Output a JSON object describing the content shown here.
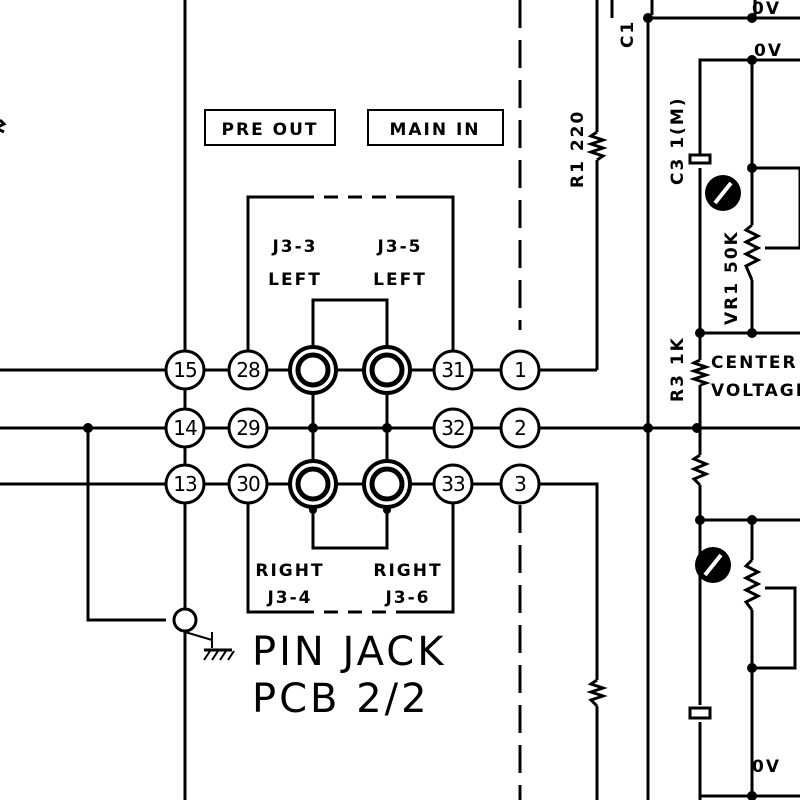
{
  "labels": {
    "pre_out": "PRE OUT",
    "main_in": "MAIN IN",
    "j3_3": "J3-3",
    "j3_3_side": "LEFT",
    "j3_5": "J3-5",
    "j3_5_side": "LEFT",
    "j3_4_side": "RIGHT",
    "j3_4": "J3-4",
    "j3_6_side": "RIGHT",
    "j3_6": "J3-6",
    "pcb_line1": "PIN JACK",
    "pcb_line2": "PCB 2/2",
    "r1": "R1 220",
    "c1": "C1",
    "c3": "C3 1(M)",
    "vr1": "VR1 50K",
    "r3": "R3 1K",
    "center": "CENTER",
    "voltage": "VOLTAGE",
    "zero_v_top": "0V",
    "zero_v_mid": "0V",
    "zero_v_bottom": "0V"
  },
  "nodes": {
    "n15": "15",
    "n28": "28",
    "n31": "31",
    "n1": "1",
    "n14": "14",
    "n29": "29",
    "n32": "32",
    "n2": "2",
    "n13": "13",
    "n30": "30",
    "n33": "33",
    "n3": "3"
  }
}
